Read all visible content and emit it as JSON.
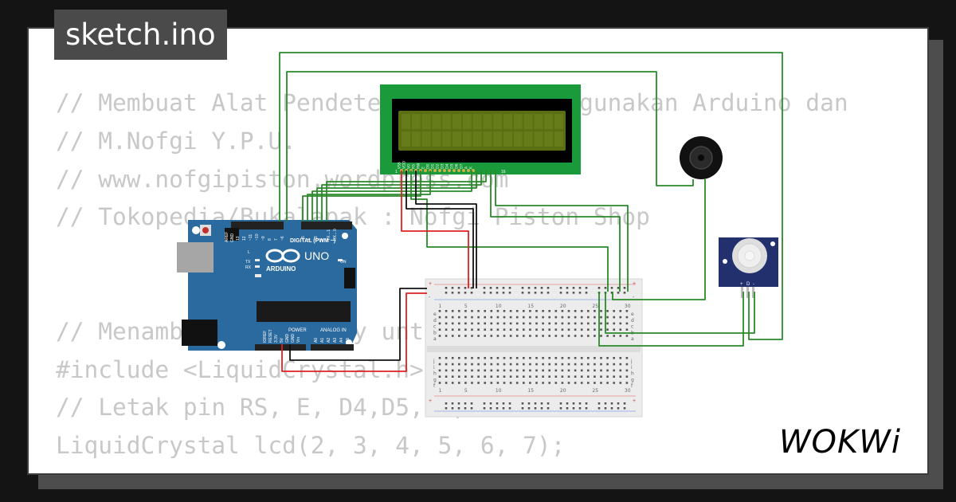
{
  "header": {
    "title": "sketch.ino"
  },
  "code_lines": [
    "// Membuat Alat Pendeteksi Gerak Menggunakan Arduino dan",
    "// M.Nofgi Y.P.U.",
    "// www.nofgipiston.wordpress.com",
    "// Tokopedia/Bukalapak : Nofgi Piston Shop",
    "",
    "",
    "// Menambahkan library untuk",
    "#include <LiquidCrystal.h>",
    "// Letak pin RS, E, D4,D5,D6,D7",
    "LiquidCrystal lcd(2, 3, 4, 5, 6, 7);"
  ],
  "arduino": {
    "model": "UNO",
    "brand": "ARDUINO",
    "digital_label": "DIGITAL (PWM ~)",
    "power_label": "POWER",
    "analog_label": "ANALOG IN",
    "aref_label": "AREF",
    "gnd_label": "GND",
    "on_label": "ON",
    "l_label": "L",
    "tx_label": "TX",
    "rx_label": "RX",
    "digital_pins": [
      "13",
      "12",
      "~11",
      "~10",
      "~9",
      "8",
      "7",
      "~6",
      "~5",
      "4",
      "~3",
      "2",
      "TX→1",
      "RX←0"
    ],
    "power_pins": [
      "IOREF",
      "RESET",
      "3.3V",
      "5V",
      "GND",
      "GND",
      "Vin"
    ],
    "analog_pins": [
      "A0",
      "A1",
      "A2",
      "A3",
      "A4",
      "A5"
    ]
  },
  "lcd": {
    "pin_labels": [
      "VSS",
      "VDD",
      "V0",
      "RS",
      "RW",
      "E",
      "D0",
      "D1",
      "D2",
      "D3",
      "D4",
      "D5",
      "D6",
      "D7",
      "A",
      "K"
    ],
    "pin_first": "1",
    "pin_last": "16"
  },
  "breadboard": {
    "column_numbers": [
      "1",
      "5",
      "10",
      "15",
      "20",
      "25",
      "30"
    ],
    "top_rows": [
      "j",
      "i",
      "h",
      "g",
      "f"
    ],
    "bottom_rows": [
      "e",
      "d",
      "c",
      "b",
      "a"
    ],
    "rail_plus": "+",
    "rail_minus": "-"
  },
  "pir": {
    "pin_labels": [
      "+",
      "D",
      "-"
    ]
  },
  "logo": {
    "text": "WOKWi"
  },
  "colors": {
    "arduino_blue": "#2b6a9e",
    "lcd_green": "#1a9a3a",
    "lcd_screen": "#5a6e12",
    "wire_green": "#2a8a2a",
    "wire_red": "#e02020",
    "wire_black": "#111111",
    "pir_blue": "#22306e",
    "code_gray": "#c8c8c8"
  }
}
